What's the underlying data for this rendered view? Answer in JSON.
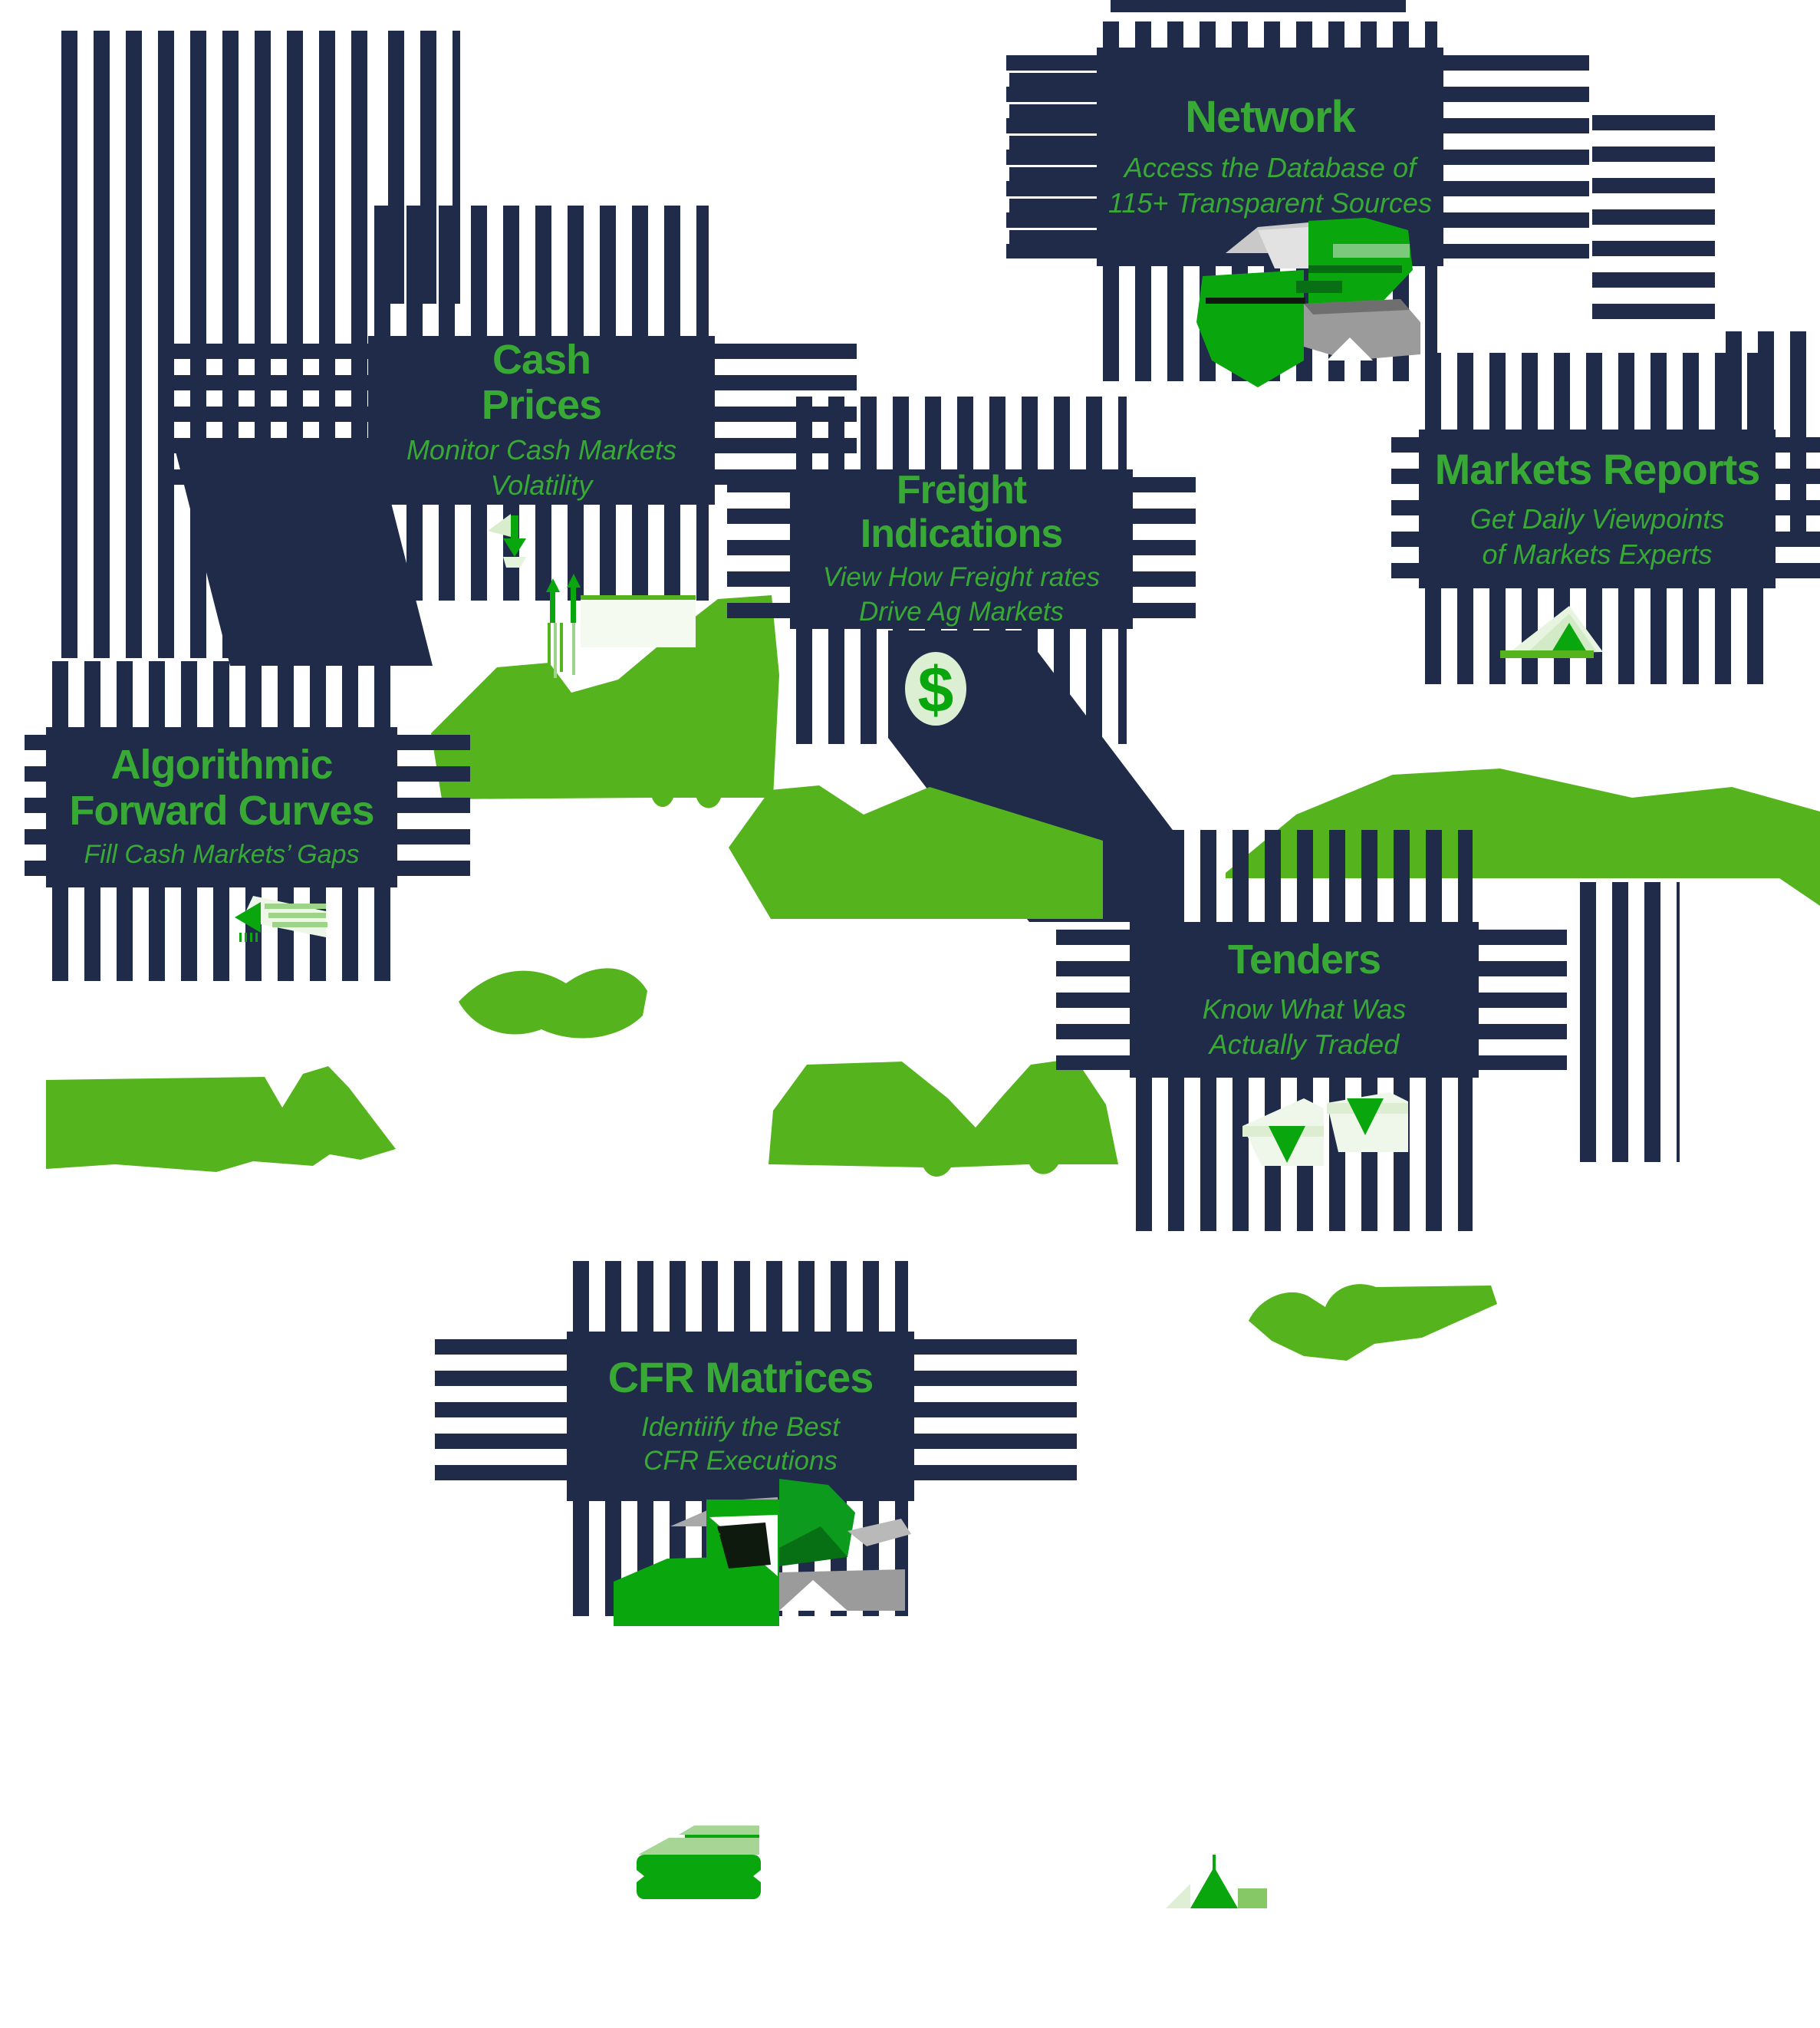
{
  "palette": {
    "navy": "#1F2B49",
    "text_green": "#39A935",
    "blob_green": "#55B41E",
    "icon_green": "#0AA60D",
    "medium_green": "#0C9B1C",
    "dark_green": "#077014",
    "light_green": "#A6D596",
    "pale_green": "#EAF5E3",
    "gray": "#9B9B9B",
    "light_gray": "#C9C9C9",
    "background": "#FFFFFF"
  },
  "cards": [
    {
      "id": "network",
      "title_lines": [
        "Network"
      ],
      "subtitle_lines": [
        "Access the Database of",
        "115+ Transparent Sources"
      ]
    },
    {
      "id": "cash-prices",
      "title_lines": [
        "Cash",
        "Prices"
      ],
      "subtitle_lines": [
        "Monitor Cash Markets",
        "Volatility"
      ]
    },
    {
      "id": "freight-indications",
      "title_lines": [
        "Freight",
        "Indications"
      ],
      "subtitle_lines": [
        "View How Freight rates",
        "Drive Ag Markets"
      ]
    },
    {
      "id": "markets-reports",
      "title_lines": [
        "Markets Reports"
      ],
      "subtitle_lines": [
        "Get Daily Viewpoints",
        "of Markets Experts"
      ]
    },
    {
      "id": "algorithmic-forward-curves",
      "title_lines": [
        "Algorithmic",
        "Forward Curves"
      ],
      "subtitle_lines": [
        "Fill Cash Markets’ Gaps"
      ]
    },
    {
      "id": "tenders",
      "title_lines": [
        "Tenders"
      ],
      "subtitle_lines": [
        "Know What Was",
        "Actually Traded"
      ]
    },
    {
      "id": "cfr-matrices",
      "title_lines": [
        "CFR Matrices"
      ],
      "subtitle_lines": [
        "Identiify the Best",
        "CFR Executions"
      ]
    }
  ],
  "icons": {
    "dollar_glyph": "$",
    "semantic": [
      {
        "card": "network",
        "icon": "harvester-icon"
      },
      {
        "card": "cash-prices",
        "icon": "price-down-arrow-icon"
      },
      {
        "card": "cash-prices",
        "icon": "mini-chart-up-arrows-icon"
      },
      {
        "card": "freight-indications",
        "icon": "dollar-icon"
      },
      {
        "card": "markets-reports",
        "icon": "up-triangle-icon"
      },
      {
        "card": "algorithmic-forward-curves",
        "icon": "back-arrow-icon"
      },
      {
        "card": "tenders",
        "icon": "double-down-arrows-icon"
      },
      {
        "card": "cfr-matrices",
        "icon": "ship-icon"
      },
      {
        "card": "decoration",
        "icon": "banknotes-icon"
      },
      {
        "card": "decoration",
        "icon": "small-up-arrow-icon"
      }
    ]
  }
}
